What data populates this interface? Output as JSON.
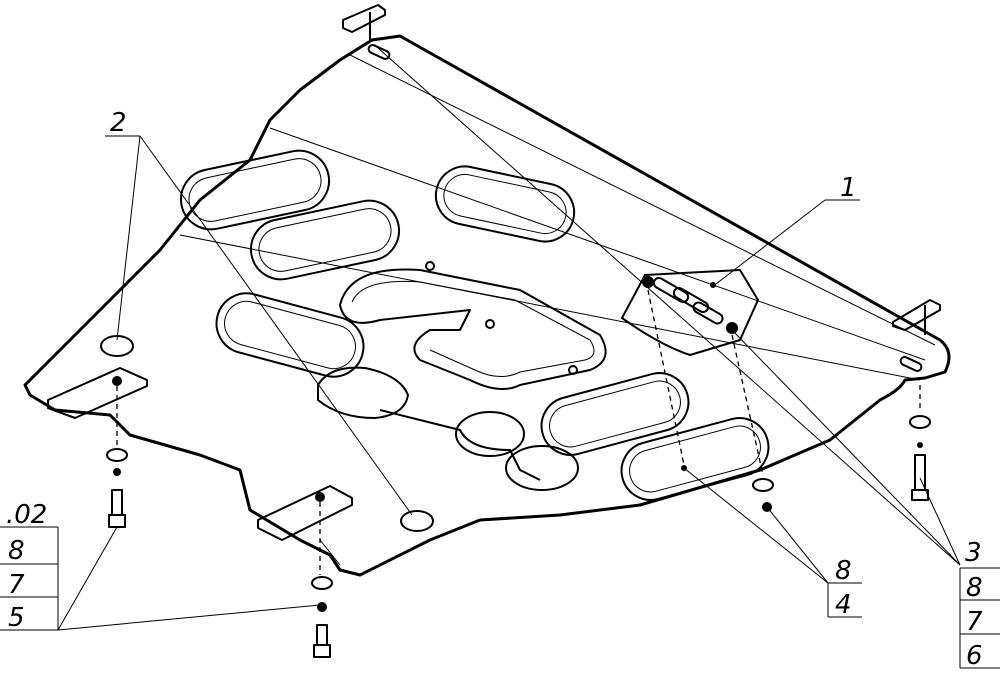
{
  "callouts": {
    "c1": "1",
    "c2": "2",
    "c3": "3",
    "c8a": "8",
    "c4": "4",
    "right_stack": [
      "8",
      "7",
      "6"
    ],
    "left_stack": [
      ".02",
      "8",
      "7",
      "5"
    ]
  }
}
